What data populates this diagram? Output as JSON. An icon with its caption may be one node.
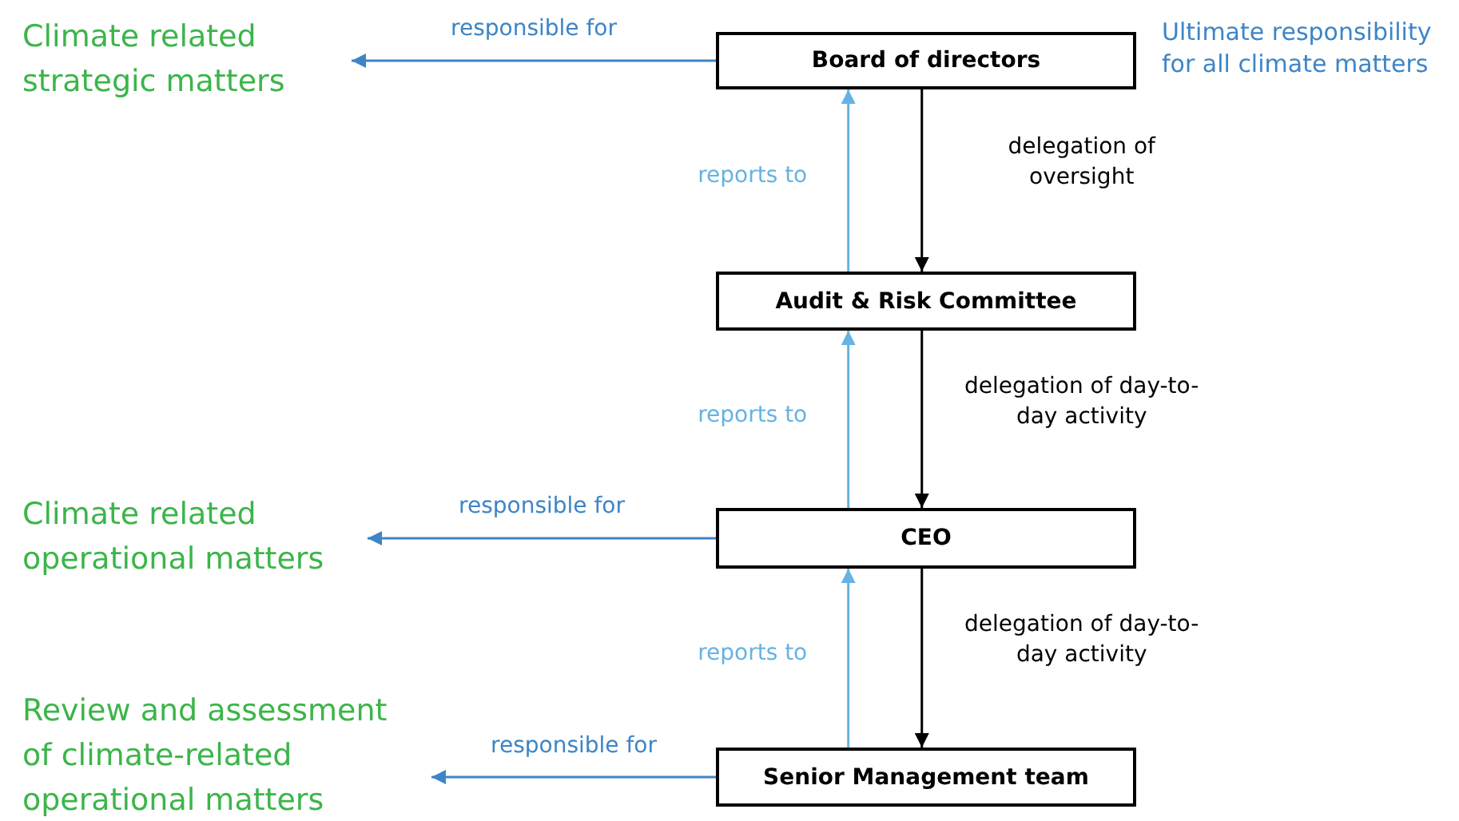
{
  "diagram": {
    "nodes": [
      {
        "text": [
          "Board of directors"
        ],
        "beside": [
          "Ultimate responsibility for all climate matters"
        ]
      },
      {
        "text": [
          "Audit & Risk Committee"
        ]
      },
      {
        "text": [
          "CEO"
        ]
      },
      {
        "text": [
          "Senior Management team"
        ]
      },
      {
        "text": [
          "Climate related strategic matters"
        ]
      },
      {
        "text": [
          "Climate related operational matters"
        ]
      },
      {
        "text": [
          "Review and assessment of climate-related operational matters"
        ]
      }
    ],
    "edges": [
      {
        "from": 0,
        "to": 4,
        "arrow": "to",
        "label": "responsible for",
        "color": "#3d85c6"
      },
      {
        "from": 0,
        "to": 1,
        "arrow": "to",
        "label": "delegation of oversight",
        "color": "#000000"
      },
      {
        "from": 1,
        "to": 0,
        "arrow": "to",
        "label": "reports to",
        "color": "#66b3e3"
      },
      {
        "from": 1,
        "to": 2,
        "arrow": "to",
        "label": "delegation of day-to-day activity",
        "color": "#000000"
      },
      {
        "from": 2,
        "to": 1,
        "arrow": "to",
        "label": "reports to",
        "color": "#66b3e3"
      },
      {
        "from": 2,
        "to": 5,
        "arrow": "to",
        "label": "responsible for",
        "color": "#3d85c6"
      },
      {
        "from": 3,
        "to": 2,
        "arrow": "to",
        "label": "reports to",
        "color": "#66b3e3"
      },
      {
        "from": 2,
        "to": 3,
        "arrow": "to",
        "label": "delegation of day-to-day activity",
        "color": "#000000"
      },
      {
        "from": 3,
        "to": 6,
        "arrow": "to",
        "label": "responsible for",
        "color": "#3d85c6"
      }
    ]
  }
}
